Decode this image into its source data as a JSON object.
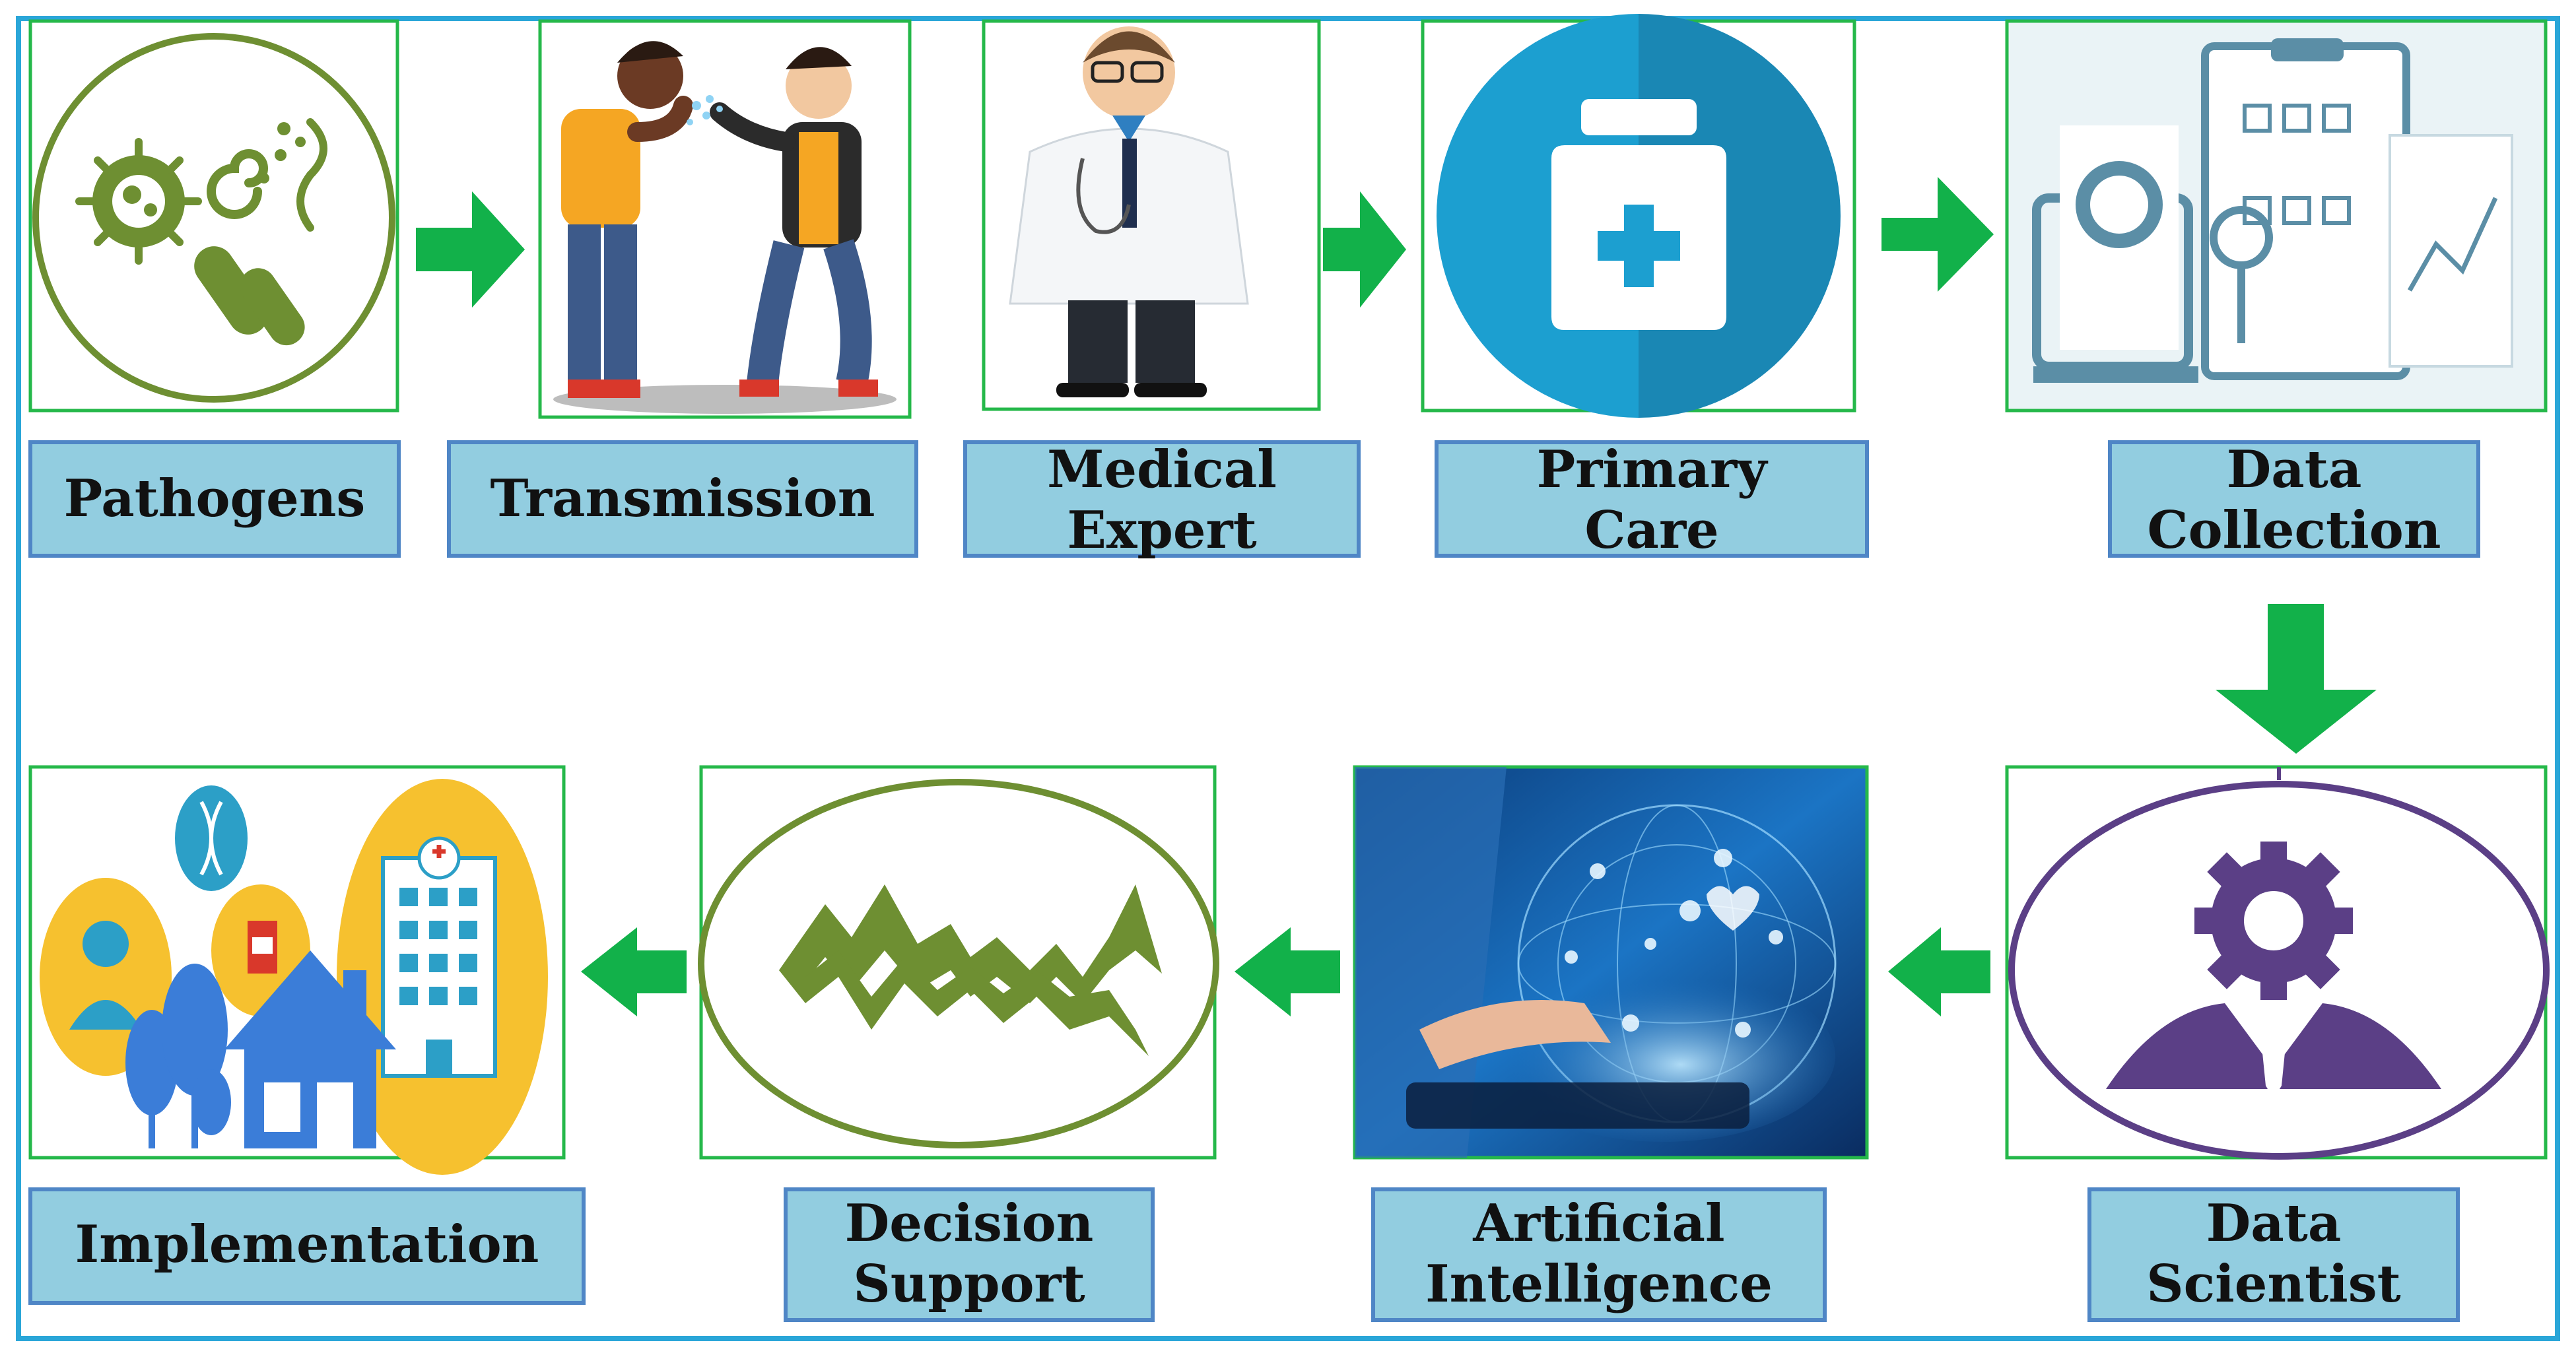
{
  "stages": {
    "pathogens": "Pathogens",
    "transmission": "Transmission",
    "medical_expert": [
      "Medical",
      "Expert"
    ],
    "primary_care": [
      "Primary",
      "Care"
    ],
    "data_collection": [
      "Data",
      "Collection"
    ],
    "data_scientist": [
      "Data",
      "Scientist"
    ],
    "artificial_intelligence": [
      "Artificial",
      "Intelligence"
    ],
    "decision_support": [
      "Decision",
      "Support"
    ],
    "implementation": "Implementation"
  },
  "flow_order": [
    "pathogens",
    "transmission",
    "medical_expert",
    "primary_care",
    "data_collection",
    "data_scientist",
    "artificial_intelligence",
    "decision_support",
    "implementation"
  ],
  "colors": {
    "frame_border": "#2aa6d8",
    "label_fill": "#92cde0",
    "label_border": "#4f86c6",
    "image_border": "#25b84a",
    "arrow": "#12b14a",
    "olive": "#6e8f32",
    "purple": "#5b3f86",
    "teal": "#2c9fc7",
    "yellow": "#f6c12f",
    "house_blue": "#3b7dd8"
  },
  "icons": {
    "pathogens": "pathogens-icon",
    "transmission": "coughing-people-illustration",
    "medical_expert": "doctor-illustration",
    "primary_care": "medicine-bottle-icon",
    "data_collection": "clipboard-data-icon",
    "data_scientist": "gear-person-icon",
    "artificial_intelligence": "digital-health-globe-image",
    "decision_support": "zigzag-waves-icon",
    "implementation": "community-health-icon"
  }
}
